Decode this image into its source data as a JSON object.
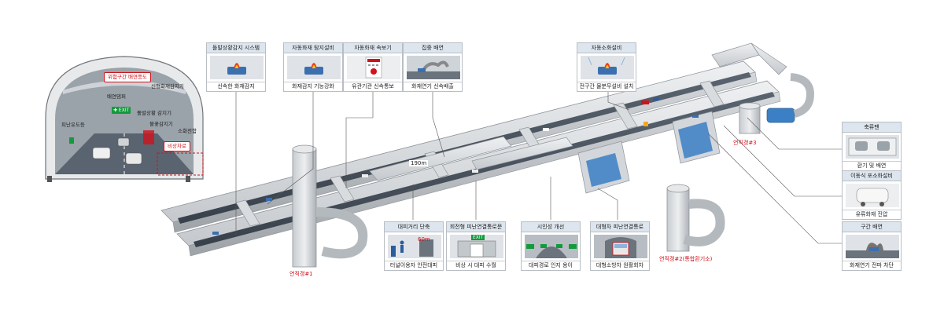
{
  "tunnel_section": {
    "danger_label": "위험구간 배연풍도",
    "smoke_sensor": "신형화재감지기",
    "exhaust_vent": "배연댐퍼",
    "guide_light": "피난유도등",
    "situation_detector": "돌발상황 감지기",
    "lane_light": "불꽃감지기",
    "fire_hydrant": "소화전함",
    "emergency_lane": "비상차로"
  },
  "top_cards": [
    {
      "title": "돌발상황감지 시스템",
      "desc": "신속한 화재감지",
      "icon": "fire-car-icon"
    },
    {
      "title": "자동화재 탐지설비",
      "desc": "화재감지 기능강화",
      "icon": "fire-car-icon"
    },
    {
      "title": "자동화재 속보기",
      "desc": "유관기관 신속통보",
      "icon": "alarm-panel-icon"
    },
    {
      "title": "집중 배연",
      "desc": "화재연기 신속배출",
      "icon": "smoke-exhaust-icon"
    },
    {
      "title": "자동소화설비",
      "desc": "전구간 물분무설비 설치",
      "icon": "fire-car-icon"
    }
  ],
  "bottom_cards": [
    {
      "title": "대피거리 단축",
      "desc": "터널이용자 안전대피",
      "icon": "evacuation-icon",
      "badge": "60m"
    },
    {
      "title": "회전형 피난연결통로문",
      "desc": "비상 시 대피 수월",
      "icon": "exit-door-icon",
      "badge": "EXIT"
    },
    {
      "title": "시인성 개선",
      "desc": "대피경로 인지 용이",
      "icon": "visibility-icon"
    },
    {
      "title": "대형차 피난연결통로",
      "desc": "대형소방차 원활회차",
      "icon": "truck-passage-icon"
    }
  ],
  "right_cards": [
    {
      "title": "축류팬",
      "desc": "환기 및 배연",
      "icon": "axial-fan-icon"
    },
    {
      "title": "이동식 포소화설비",
      "desc": "유류화재 진압",
      "icon": "foam-tank-icon"
    },
    {
      "title": "구간 배연",
      "desc": "화재연기 전파 차단",
      "icon": "section-smoke-icon"
    }
  ],
  "shafts": {
    "shaft1": "연직갱#1",
    "shaft2": "연직갱#2(통합환기소)",
    "shaft3": "연직갱#3"
  },
  "distance_label": "190m",
  "colors": {
    "accent_red": "#d0121b",
    "card_header": "#dde6ee",
    "tunnel_gray": "#b8bdc2",
    "lane_blue": "#2a5d9f",
    "fan_blue": "#3b7fc4",
    "exit_green": "#129a3c"
  }
}
